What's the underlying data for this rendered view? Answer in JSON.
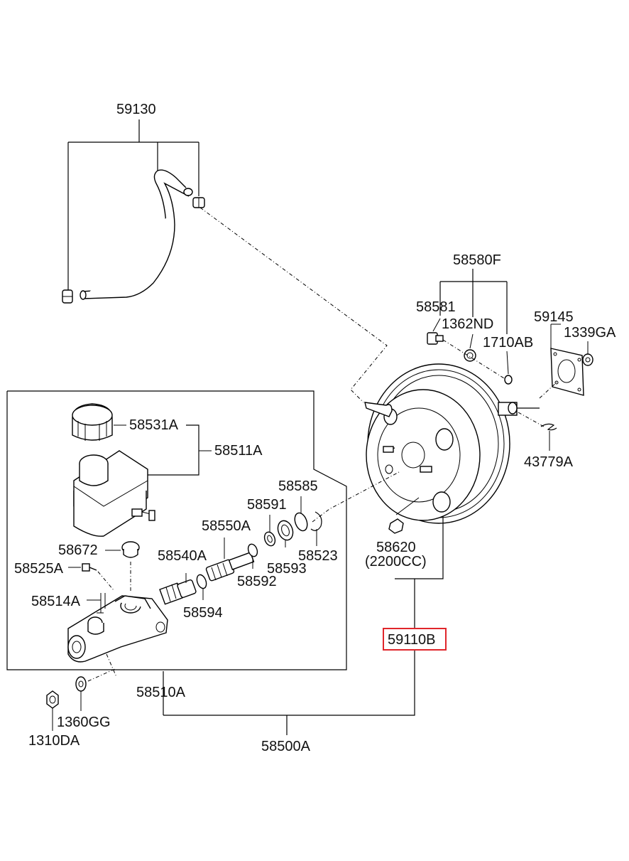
{
  "labels": {
    "p59130": "59130",
    "p58580F": "58580F",
    "p58581": "58581",
    "p1362ND": "1362ND",
    "p1710AB": "1710AB",
    "p59145": "59145",
    "p1339GA": "1339GA",
    "p43779A": "43779A",
    "p58531A": "58531A",
    "p58511A": "58511A",
    "p58585": "58585",
    "p58591": "58591",
    "p58550A": "58550A",
    "p58672": "58672",
    "p58540A": "58540A",
    "p58523": "58523",
    "p58620": "58620",
    "p2200CC": "(2200CC)",
    "p58525A": "58525A",
    "p58593": "58593",
    "p58592": "58592",
    "p58514A": "58514A",
    "p58594": "58594",
    "p59110B": "59110B",
    "p58510A": "58510A",
    "p1360GG": "1360GG",
    "p1310DA": "1310DA",
    "p58500A": "58500A"
  },
  "highlight_color": "#e0262b"
}
